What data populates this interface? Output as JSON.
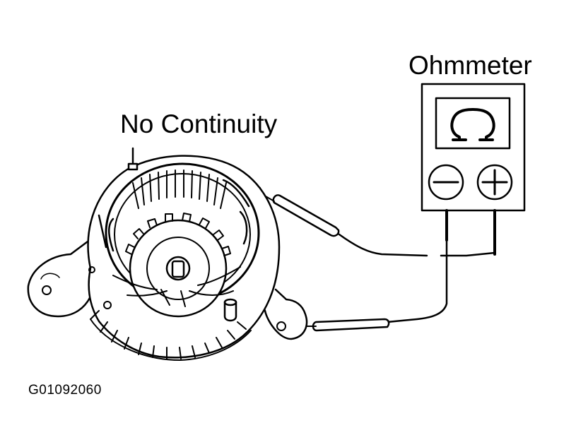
{
  "labels": {
    "instrument": "Ohmmeter",
    "result": "No Continuity",
    "figure_code": "G01092060"
  },
  "meter": {
    "display_symbol": "Ω",
    "negative_terminal": "−",
    "positive_terminal": "+"
  },
  "colors": {
    "ink": "#000000",
    "paper": "#ffffff"
  }
}
